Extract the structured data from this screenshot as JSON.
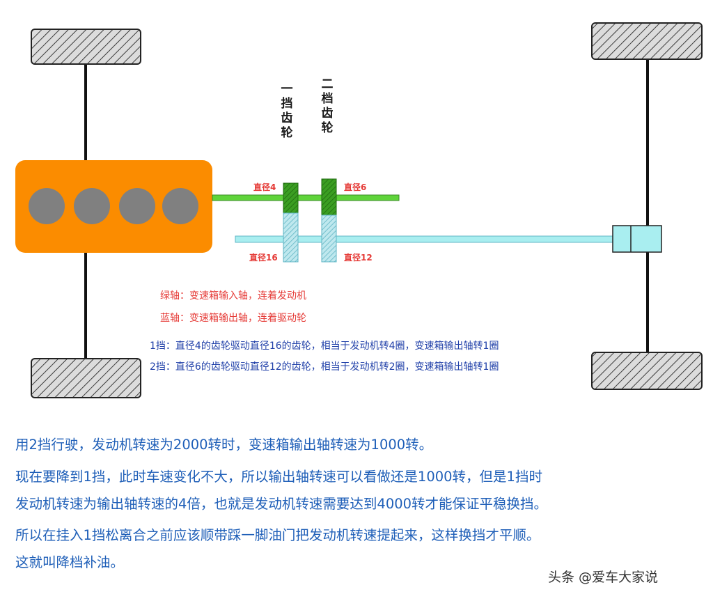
{
  "labels": {
    "gear1": "一挡齿轮",
    "gear2": "二档齿轮",
    "input_gear1_diameter": "直径4",
    "input_gear2_diameter": "直径6",
    "output_gear1_diameter": "直径16",
    "output_gear2_diameter": "直径12"
  },
  "legend": {
    "green_shaft": "绿轴：变速箱输入轴，连着发动机",
    "blue_shaft": "蓝轴：变速箱输出轴，连着驱动轮",
    "gear1_ratio": "1挡：直径4的齿轮驱动直径16的齿轮，相当于发动机转4圈，变速箱输出轴转1圈",
    "gear2_ratio": "2挡：直径6的齿轮驱动直径12的齿轮，相当于发动机转2圈，变速箱输出轴转1圈"
  },
  "explanation": [
    "用2挡行驶，发动机转速为2000转时，变速箱输出轴转速为1000转。",
    "现在要降到1挡，此时车速变化不大，所以输出轴转速可以看做还是1000转，但是1挡时",
    "发动机转速为输出轴转速的4倍，也就是发动机转速需要达到4000转才能保证平稳换挡。",
    "所以在挂入1挡松离合之前应该顺带踩一脚油门把发动机转速提起来，这样换挡才平顺。",
    "这就叫降档补油。"
  ],
  "watermark": "头条 @爱车大家说",
  "colors": {
    "engine": "#fb8c00",
    "cylinder": "#808080",
    "input_shaft": "#5fd43a",
    "output_shaft": "#a9eef0",
    "input_gear": "#3b9e22",
    "output_gear": "#9dd9e2",
    "red_text": "#e53935",
    "blue_text": "#1f3fa8",
    "explanation_text": "#1f5fb8"
  }
}
